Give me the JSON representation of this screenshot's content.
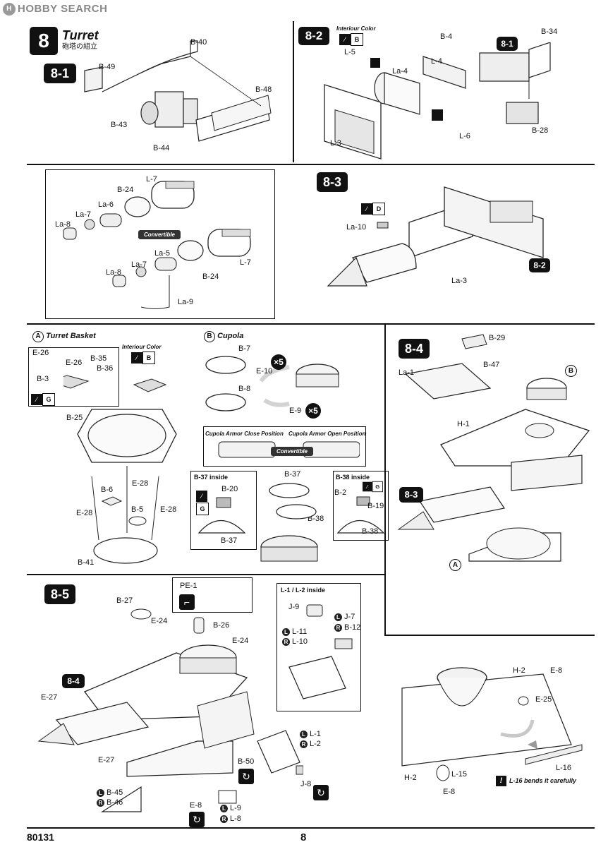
{
  "watermark": "HOBBY SEARCH",
  "watermark_logo": "H",
  "footer": {
    "kit_number": "80131",
    "page_number": "8"
  },
  "step8": {
    "number": "8",
    "title": "Turret",
    "subtitle": "砲塔の組立"
  },
  "step8_1": {
    "label": "8-1",
    "parts": [
      "B-40",
      "B-49",
      "B-48",
      "B-43",
      "B-44"
    ]
  },
  "step8_2": {
    "label": "8-2",
    "interior_color": "Interiour Color",
    "color_code": "B",
    "parts": [
      "B-4",
      "B-34",
      "L-5",
      "L-4",
      "La-4",
      "8-1",
      "B-28",
      "L-6",
      "L-3"
    ]
  },
  "step8_3": {
    "label": "8-3",
    "convertible": "Convertible",
    "color_code": "D",
    "parts": [
      "L-7",
      "B-24",
      "La-6",
      "La-7",
      "La-8",
      "La-5",
      "B-24",
      "L-7",
      "La-8",
      "La-7",
      "La-9",
      "La-10",
      "La-3",
      "8-2"
    ]
  },
  "turret_basket": {
    "marker": "A",
    "title": "Turret Basket",
    "interior_color": "Interiour Color",
    "color_code": "B",
    "color_code2": "G",
    "parts": [
      "E-26",
      "E-26",
      "B-35",
      "B-3",
      "B-36",
      "B-25",
      "B-6",
      "E-28",
      "E-28",
      "B-5",
      "E-28",
      "B-41"
    ]
  },
  "cupola": {
    "marker": "B",
    "title": "Cupola",
    "close_label": "Cupola Armor Close Position",
    "open_label": "Cupola Armor Open Position",
    "convertible": "Convertible",
    "x5a": "×5",
    "x5b": "×5",
    "parts": [
      "B-7",
      "E-10",
      "B-8",
      "E-9"
    ],
    "b37_inside": "B-37 inside",
    "b38_inside": "B-38 inside",
    "b37_parts": [
      "B-20",
      "B-37",
      "B-37",
      "B-38",
      "B-38"
    ],
    "b38_parts": [
      "B-2",
      "B-19",
      "B-38"
    ],
    "code_g": "G",
    "code_g2": "G"
  },
  "step8_4": {
    "label": "8-4",
    "parts": [
      "B-29",
      "B-47",
      "La-1",
      "H-1",
      "8-3"
    ],
    "marker_b": "B",
    "marker_a": "A"
  },
  "step8_5": {
    "label": "8-5",
    "pe_label": "PE-1",
    "parts": [
      "B-27",
      "E-24",
      "B-26",
      "E-24",
      "8-4",
      "E-27",
      "E-27",
      "B-50",
      "J-8",
      "E-8",
      "L-9",
      "L-8",
      "B-45",
      "B-46"
    ],
    "inside_title": "L-1 / L-2 inside",
    "inside_parts": [
      "J-9",
      "J-7",
      "B-12",
      "L-11",
      "L-10",
      "L-1",
      "L-2"
    ]
  },
  "detail": {
    "parts": [
      "H-2",
      "E-8",
      "E-25",
      "L-16",
      "H-2",
      "E-8",
      "L-15"
    ],
    "note": "L-16 bends it carefully"
  },
  "lr": {
    "l": "L",
    "r": "R"
  }
}
